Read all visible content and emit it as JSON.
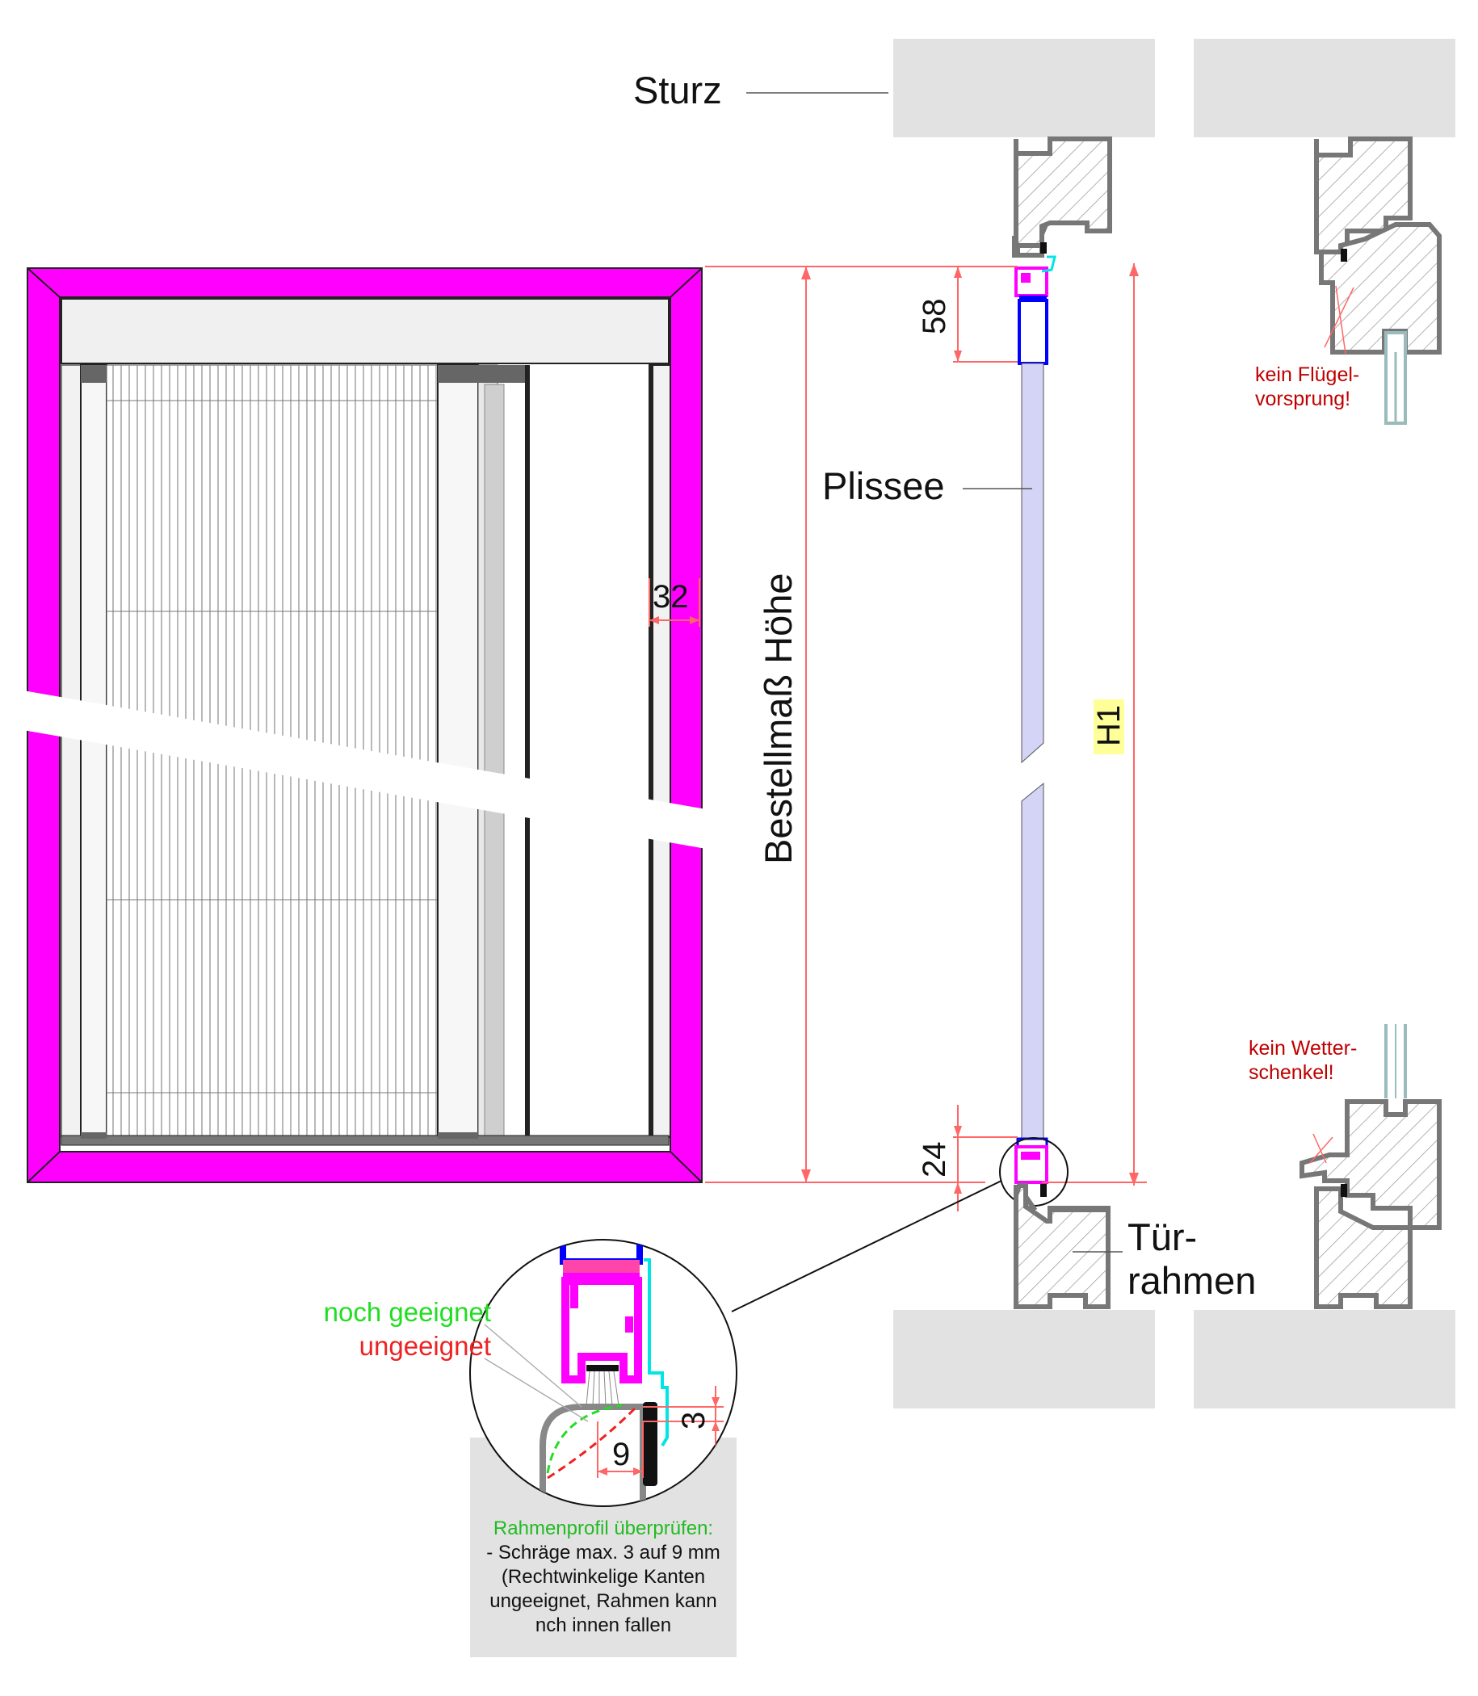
{
  "labels": {
    "sturz": "Sturz",
    "plissee": "Plissee",
    "tuerrahmen_line1": "Tür-",
    "tuerrahmen_line2": "rahmen",
    "bestellmass_hoehe": "Bestellmaß Höhe",
    "h1": "H1",
    "dim_58": "58",
    "dim_24": "24",
    "dim_32": "32",
    "dim_3": "3",
    "dim_9": "9",
    "kein_fluegel_line1": "kein Flügel-",
    "kein_fluegel_line2": "vorsprung!",
    "kein_wetter_line1": "kein Wetter-",
    "kein_wetter_line2": "schenkel!",
    "noch_geeignet": "noch geeignet",
    "ungeeignet": "ungeeignet"
  },
  "note_box": {
    "title": "Rahmenprofil überprüfen:",
    "lines": [
      "- Schräge max. 3 auf 9 mm",
      "(Rechtwinkelige Kanten",
      "ungeeignet, Rahmen kann",
      "nch innen fallen"
    ]
  },
  "colors": {
    "frame_magenta": "#ff00ff",
    "plissee_fill": "#d4d4f6",
    "dimension_red": "#ff6666",
    "wall_gray": "#e2e2e2",
    "highlight_yellow": "#ffff99",
    "ok_green": "#22dd22",
    "bad_red": "#ee2222",
    "seal_cyan": "#00e5e5",
    "rail_blue": "#0000ff"
  }
}
